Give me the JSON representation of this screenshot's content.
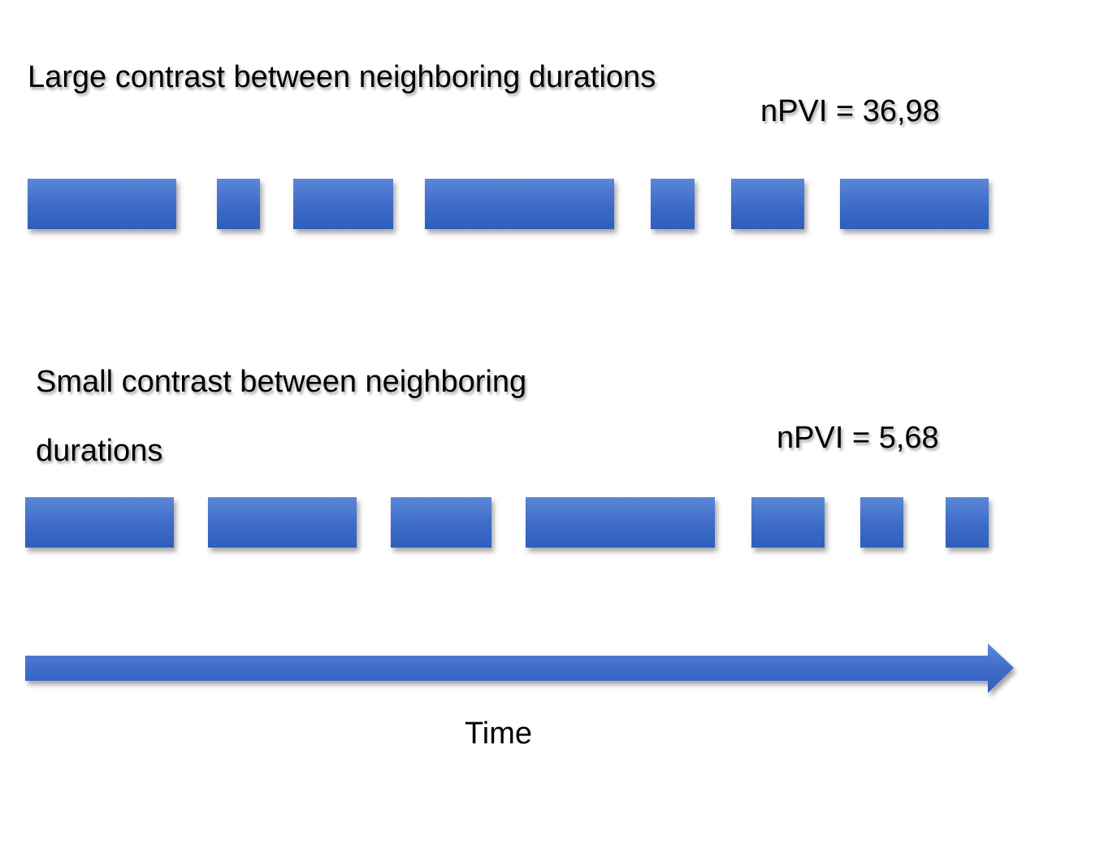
{
  "top": {
    "heading": "Large contrast between neighboring durations",
    "npvi": "nPVI = 36,98",
    "segment_count": 7
  },
  "bottom": {
    "heading_line1": "Small contrast between neighboring",
    "heading_line2": "durations",
    "npvi": "nPVI = 5,68",
    "segment_count": 7
  },
  "axis": {
    "label": "Time"
  },
  "colors": {
    "segment": "#3d6bc8",
    "arrow": "#3a67c6"
  }
}
